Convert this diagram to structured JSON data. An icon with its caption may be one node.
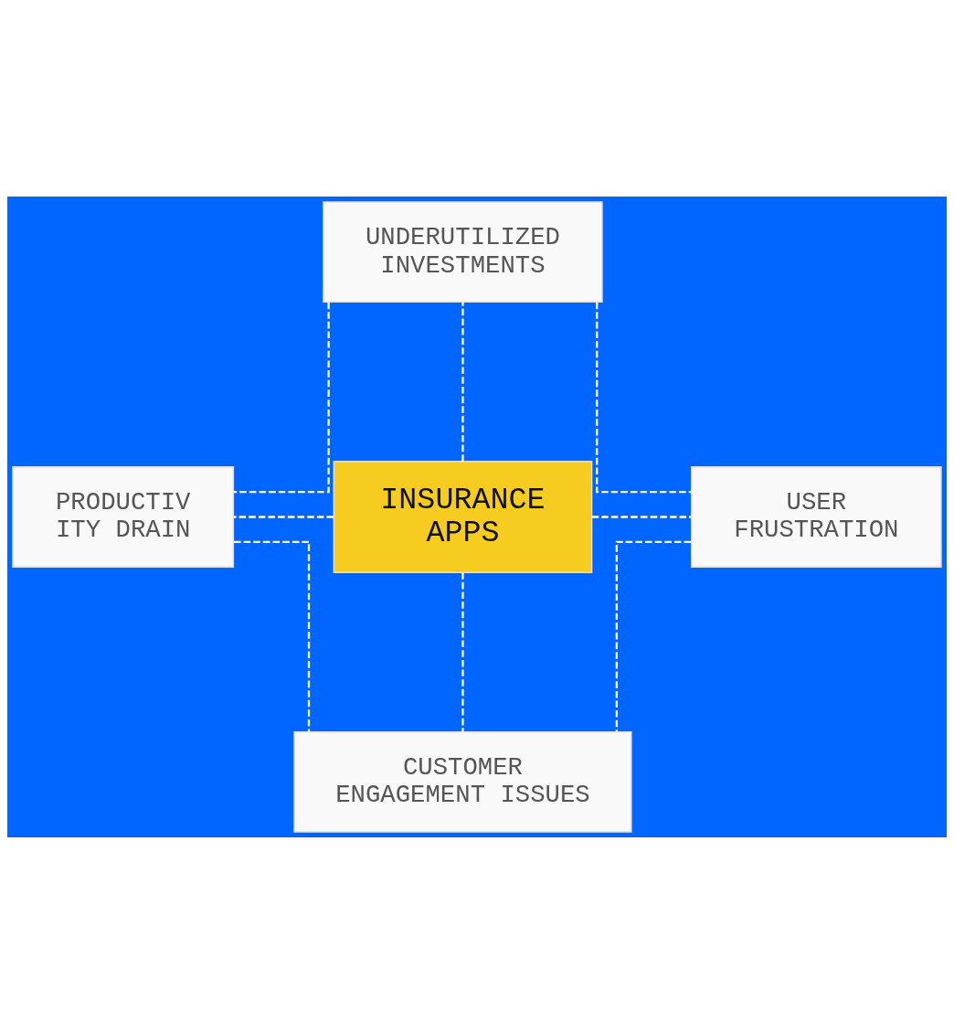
{
  "diagram": {
    "nodes": [
      {
        "text": [
          "UNDERUTILIZED INVESTMENTS"
        ]
      },
      {
        "text": [
          "PRODUCTIV ITY DRAIN"
        ]
      },
      {
        "text": [
          "INSURANCE APPS"
        ]
      },
      {
        "text": [
          "USER FRUSTRATION"
        ]
      },
      {
        "text": [
          "CUSTOMER ENGAGEMENT ISSUES"
        ]
      }
    ],
    "edges": [
      {
        "from": 2,
        "to": 0,
        "arrow": "none",
        "style": "dashed"
      },
      {
        "from": 2,
        "to": 1,
        "arrow": "none",
        "style": "dashed"
      },
      {
        "from": 2,
        "to": 3,
        "arrow": "none",
        "style": "dashed"
      },
      {
        "from": 2,
        "to": 4,
        "arrow": "none",
        "style": "dashed"
      },
      {
        "from": 0,
        "to": 1,
        "arrow": "none",
        "style": "dashed"
      },
      {
        "from": 0,
        "to": 3,
        "arrow": "none",
        "style": "dashed"
      },
      {
        "from": 1,
        "to": 4,
        "arrow": "none",
        "style": "dashed"
      },
      {
        "from": 3,
        "to": 4,
        "arrow": "none",
        "style": "dashed"
      }
    ]
  }
}
